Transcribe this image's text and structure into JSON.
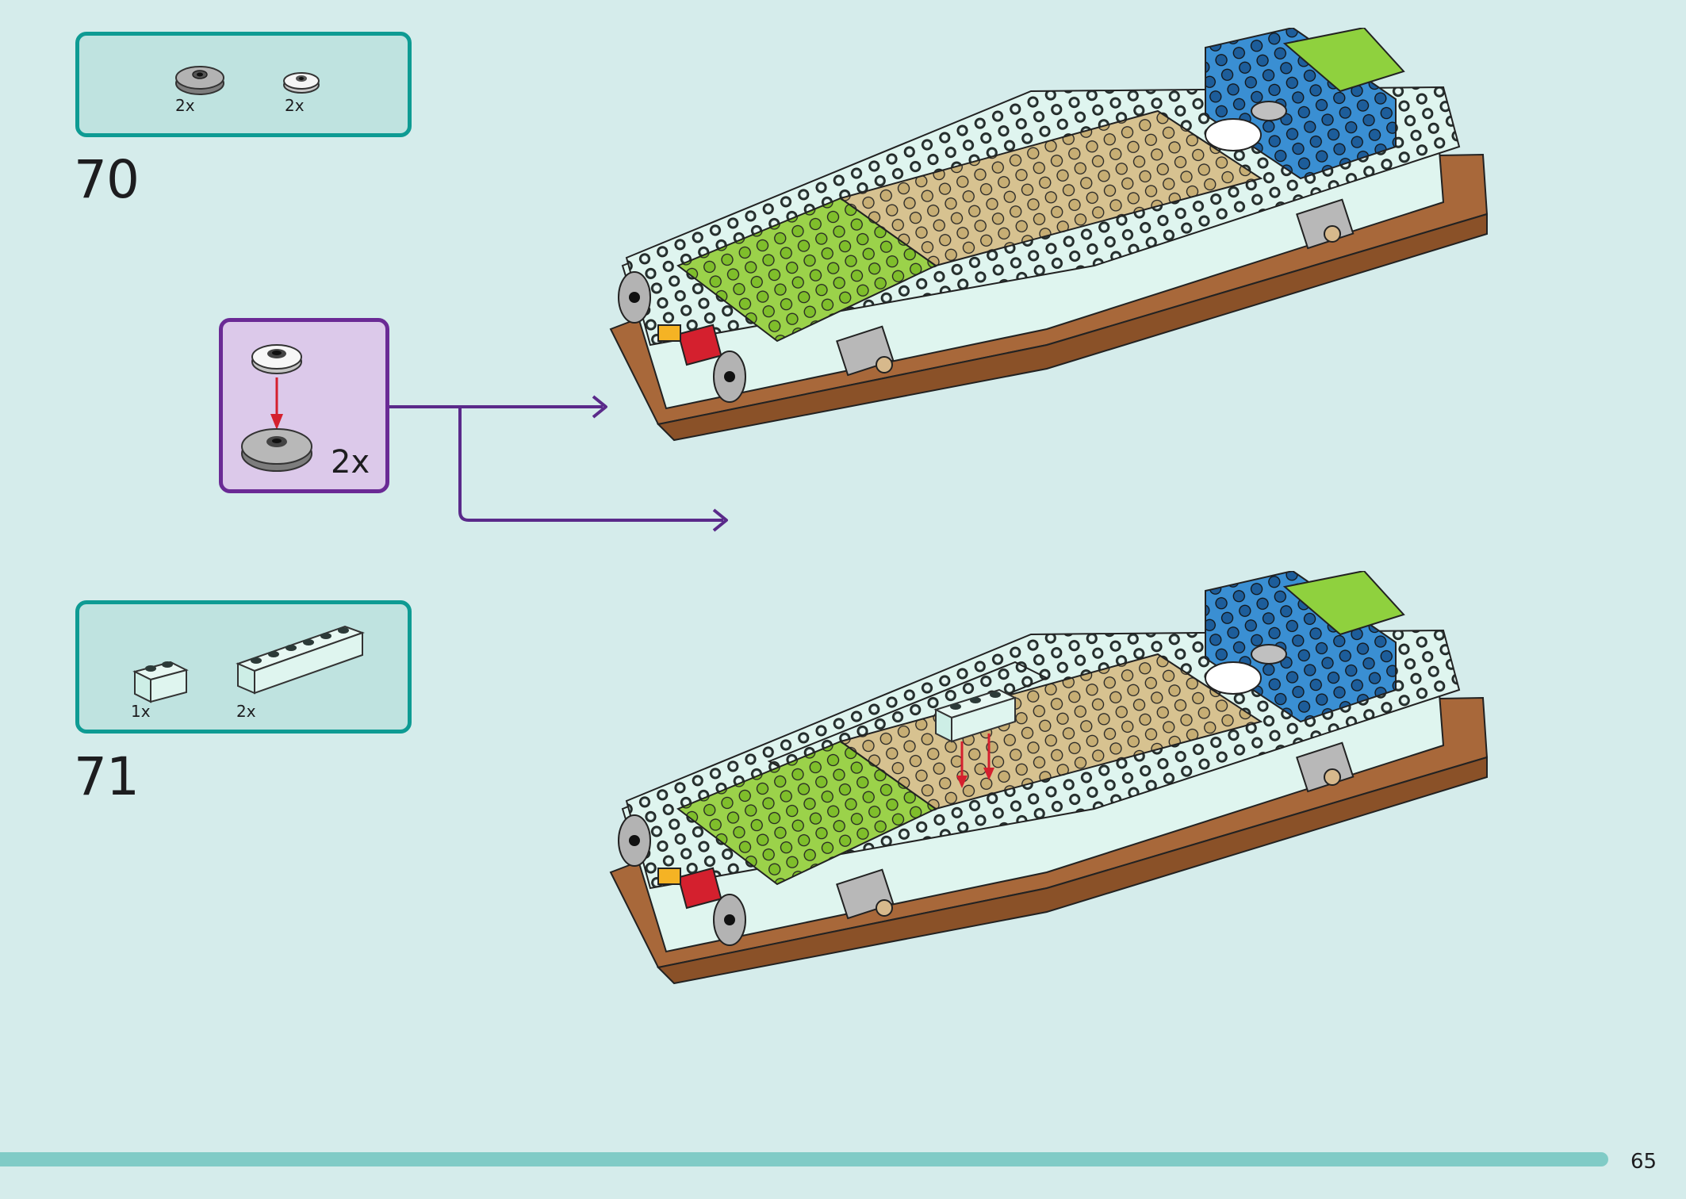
{
  "colors": {
    "background": "#d5eceb",
    "parts_box_fill": "#bfe3e0",
    "parts_box_border": "#0e9b93",
    "sub_assembly_fill": "#dcc9ea",
    "sub_assembly_border": "#6a2a95",
    "arrow_red": "#d4202e",
    "arrow_purple": "#5a2a8a",
    "progress_bar": "#80cbc6"
  },
  "steps": [
    {
      "number": "70",
      "parts": [
        {
          "icon": "round-plate-2x2-gray-icon",
          "qty": "2x"
        },
        {
          "icon": "round-plate-1x1-white-icon",
          "qty": "2x"
        }
      ],
      "sub_assembly": {
        "qty": "2x",
        "icons": [
          "round-plate-white-icon",
          "round-plate-gray-icon"
        ]
      }
    },
    {
      "number": "71",
      "parts": [
        {
          "icon": "brick-1x2-mint-icon",
          "qty": "1x"
        },
        {
          "icon": "brick-1x6-mint-icon",
          "qty": "2x"
        }
      ]
    }
  ],
  "page": {
    "number": "65"
  }
}
